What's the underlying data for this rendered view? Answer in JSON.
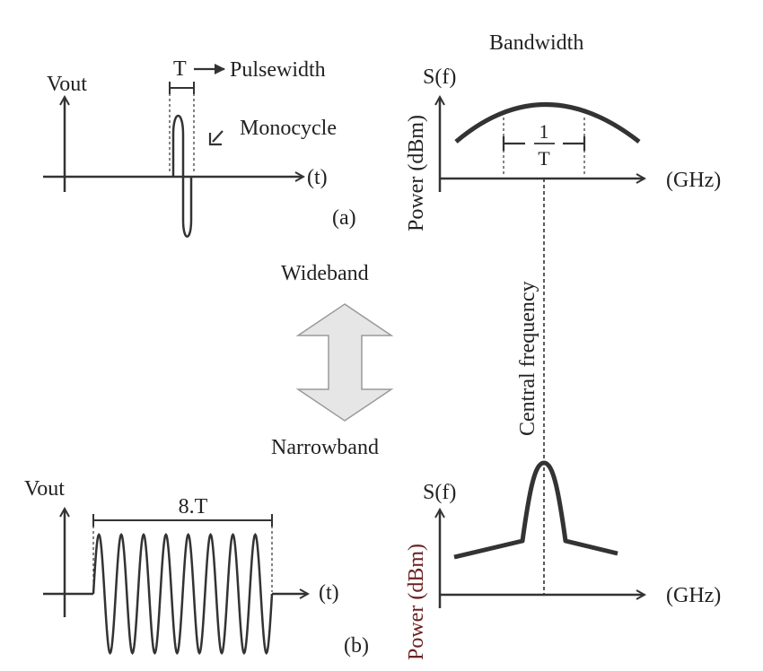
{
  "colors": {
    "ink": "#333333",
    "text": "#222222",
    "power_label_b": "#6b2020",
    "arrow_fill": "#e6e6e6",
    "arrow_stroke": "#9a9a9a"
  },
  "panel_a": {
    "y_label": "Vout",
    "x_label": "(t)",
    "pulse_width_symbol": "T",
    "pulse_width_label": "Pulsewidth",
    "pulse_label": "Monocycle",
    "tag": "(a)"
  },
  "spectrum_a": {
    "title": "Bandwidth",
    "y_label": "S(f)",
    "y_axis_title": "Power (dBm)",
    "x_label": "(GHz)",
    "fraction_numerator": "1",
    "fraction_denominator": "T"
  },
  "middle": {
    "top_label": "Wideband",
    "bottom_label": "Narrowband",
    "center_line_label": "Central frequency"
  },
  "panel_b": {
    "y_label": "Vout",
    "x_label": "(t)",
    "duration_label": "8.T",
    "tag": "(b)",
    "cycles": 8
  },
  "spectrum_b": {
    "y_label": "S(f)",
    "y_axis_title": "Power (dBm)",
    "x_label": "(GHz)"
  }
}
